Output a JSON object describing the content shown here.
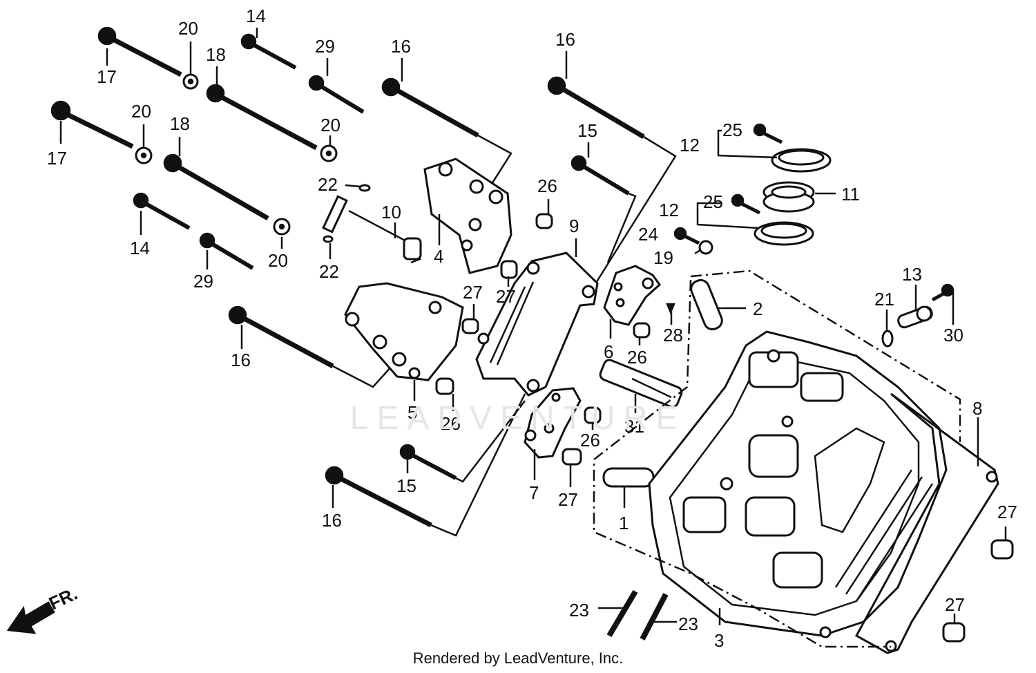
{
  "diagram": {
    "footer": "Rendered by LeadVenture, Inc.",
    "watermark": "LEADVENTURE",
    "direction_label": "FR.",
    "callouts": [
      {
        "id": "c17a",
        "text": "17"
      },
      {
        "id": "c20a",
        "text": "20"
      },
      {
        "id": "c14a",
        "text": "14"
      },
      {
        "id": "c18a",
        "text": "18"
      },
      {
        "id": "c29a",
        "text": "29"
      },
      {
        "id": "c16a",
        "text": "16"
      },
      {
        "id": "c16b",
        "text": "16"
      },
      {
        "id": "c17b",
        "text": "17"
      },
      {
        "id": "c20b",
        "text": "20"
      },
      {
        "id": "c18b",
        "text": "18"
      },
      {
        "id": "c20c",
        "text": "20"
      },
      {
        "id": "c15a",
        "text": "15"
      },
      {
        "id": "c25a",
        "text": "25"
      },
      {
        "id": "c12a",
        "text": "12"
      },
      {
        "id": "c22a",
        "text": "22"
      },
      {
        "id": "c26a",
        "text": "26"
      },
      {
        "id": "c11",
        "text": "11"
      },
      {
        "id": "c14b",
        "text": "14"
      },
      {
        "id": "c10",
        "text": "10"
      },
      {
        "id": "c9",
        "text": "9"
      },
      {
        "id": "c12b",
        "text": "12"
      },
      {
        "id": "c25b",
        "text": "25"
      },
      {
        "id": "c20d",
        "text": "20"
      },
      {
        "id": "c29b",
        "text": "29"
      },
      {
        "id": "c22b",
        "text": "22"
      },
      {
        "id": "c4",
        "text": "4"
      },
      {
        "id": "c24",
        "text": "24"
      },
      {
        "id": "c19",
        "text": "19"
      },
      {
        "id": "c27a",
        "text": "27"
      },
      {
        "id": "c27b",
        "text": "27"
      },
      {
        "id": "c2",
        "text": "2"
      },
      {
        "id": "c13",
        "text": "13"
      },
      {
        "id": "c21",
        "text": "21"
      },
      {
        "id": "c28",
        "text": "28"
      },
      {
        "id": "c30",
        "text": "30"
      },
      {
        "id": "c16c",
        "text": "16"
      },
      {
        "id": "c6",
        "text": "6"
      },
      {
        "id": "c26b",
        "text": "26"
      },
      {
        "id": "c5",
        "text": "5"
      },
      {
        "id": "c26c",
        "text": "26"
      },
      {
        "id": "c26d",
        "text": "26"
      },
      {
        "id": "c31",
        "text": "31"
      },
      {
        "id": "c8",
        "text": "8"
      },
      {
        "id": "c15b",
        "text": "15"
      },
      {
        "id": "c7",
        "text": "7"
      },
      {
        "id": "c27c",
        "text": "27"
      },
      {
        "id": "c1",
        "text": "1"
      },
      {
        "id": "c16d",
        "text": "16"
      },
      {
        "id": "c27d",
        "text": "27"
      },
      {
        "id": "c23a",
        "text": "23"
      },
      {
        "id": "c23b",
        "text": "23"
      },
      {
        "id": "c3",
        "text": "3"
      },
      {
        "id": "c27e",
        "text": "27"
      }
    ]
  }
}
